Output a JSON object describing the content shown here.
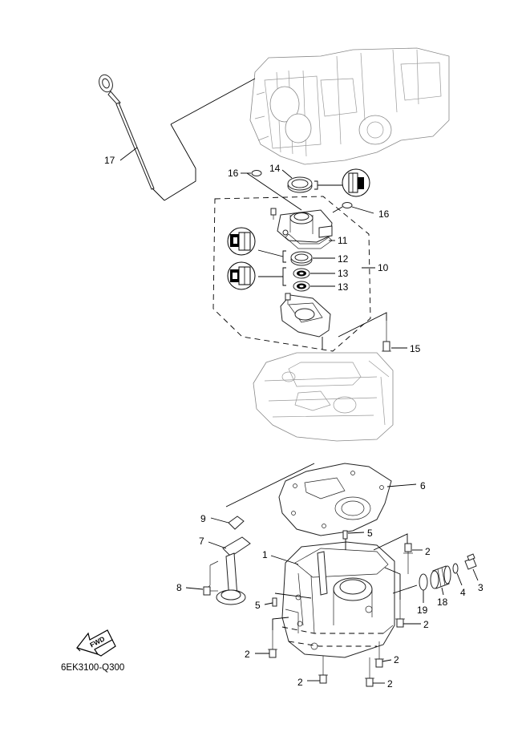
{
  "diagram": {
    "code": "6EK3100-Q300",
    "fwd_label": "FWD",
    "callouts": {
      "c1": "1",
      "c2a": "2",
      "c2b": "2",
      "c2c": "2",
      "c2d": "2",
      "c2e": "2",
      "c2f": "2",
      "c3": "3",
      "c4": "4",
      "c5a": "5",
      "c5b": "5",
      "c6": "6",
      "c7": "7",
      "c8": "8",
      "c9": "9",
      "c10": "10",
      "c11": "11",
      "c12": "12",
      "c13a": "13",
      "c13b": "13",
      "c14": "14",
      "c15": "15",
      "c16a": "16",
      "c16b": "16",
      "c17": "17",
      "c18": "18",
      "c19": "19"
    },
    "icons": [
      "sealant-icon",
      "grease-icon",
      "oil-icon"
    ]
  }
}
